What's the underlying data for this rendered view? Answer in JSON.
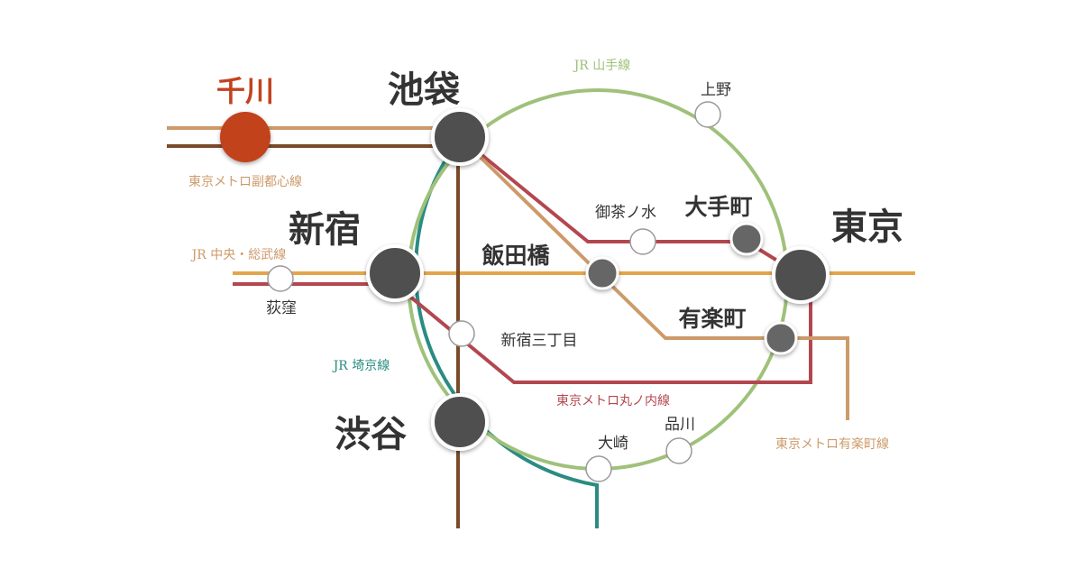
{
  "colors": {
    "yamanote": "#9fc17a",
    "saikyo": "#2a8c82",
    "marunouchi": "#b3474f",
    "yurakucho": "#cd9a6a",
    "fukutoshin": "#7a4b2a",
    "chuo": "#e4a64a",
    "origin": "#c2431f",
    "major_station": "#4f4f4f",
    "minor_station": "#666666"
  },
  "lines": {
    "yamanote": "JR 山手線",
    "saikyo": "JR 埼京線",
    "marunouchi": "東京メトロ丸ノ内線",
    "yurakucho": "東京メトロ有楽町線",
    "fukutoshin": "東京メトロ副都心線",
    "chuo": "JR 中央・総武線"
  },
  "stations": {
    "senkawa": "千川",
    "ikebukuro": "池袋",
    "shinjuku": "新宿",
    "shibuya": "渋谷",
    "tokyo": "東京",
    "iidabashi": "飯田橋",
    "otemachi": "大手町",
    "yurakucho": "有楽町",
    "ochanomizu": "御茶ノ水",
    "ueno": "上野",
    "ogikubo": "荻窪",
    "shinjuku_sanchome": "新宿三丁目",
    "osaki": "大崎",
    "shinagawa": "品川"
  }
}
